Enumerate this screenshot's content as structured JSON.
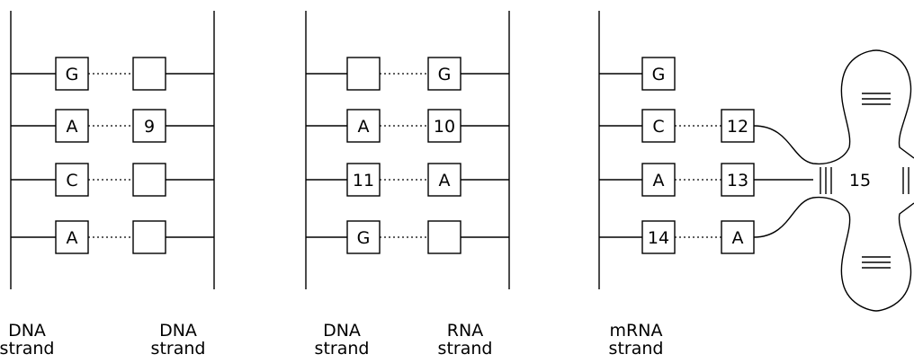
{
  "panel1": {
    "left_bases": [
      "G",
      "A",
      "C",
      "A"
    ],
    "right_bases": [
      "",
      "9",
      "",
      ""
    ],
    "label_left": [
      "DNA",
      "strand"
    ],
    "label_right": [
      "DNA",
      "strand"
    ]
  },
  "panel2": {
    "left_bases": [
      "",
      "A",
      "11",
      "G"
    ],
    "right_bases": [
      "G",
      "10",
      "A",
      ""
    ],
    "label_left": [
      "DNA",
      "strand"
    ],
    "label_right": [
      "RNA",
      "strand"
    ]
  },
  "panel3": {
    "mrna_bases": [
      "G",
      "C",
      "A",
      "14"
    ],
    "anticodon_bases": [
      "12",
      "13",
      "A"
    ],
    "trna_label": "15",
    "label": [
      "mRNA",
      "strand"
    ]
  }
}
